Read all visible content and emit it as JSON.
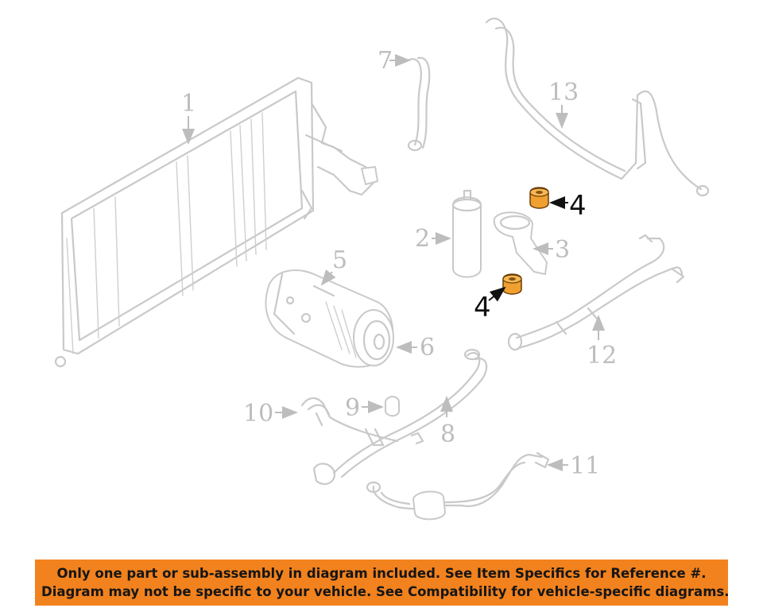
{
  "callouts": {
    "c1": "1",
    "c2": "2",
    "c3": "3",
    "c4a": "4",
    "c4b": "4",
    "c5": "5",
    "c6": "6",
    "c7": "7",
    "c8": "8",
    "c9": "9",
    "c10": "10",
    "c11": "11",
    "c12": "12",
    "c13": "13"
  },
  "highlighted_part": "4",
  "colors": {
    "highlight": "#f0a030",
    "banner": "#f2821e",
    "ghost_line": "#c9c9c9"
  },
  "banner": {
    "line1": "Only one part or sub-assembly in diagram included. See Item Specifics for Reference #.",
    "line2": "Diagram may not be specific to your vehicle. See Compatibility for vehicle-specific diagrams."
  }
}
